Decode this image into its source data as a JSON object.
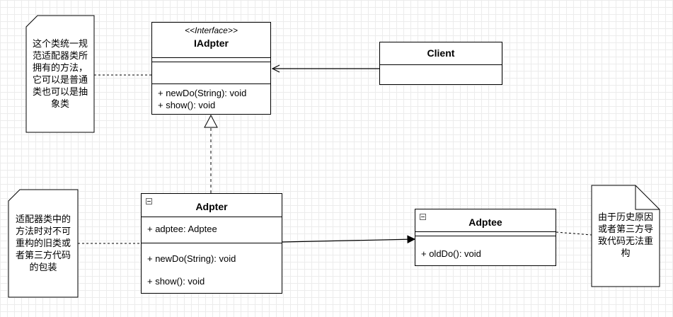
{
  "interface": {
    "stereotype": "<<Interface>>",
    "name": "IAdpter",
    "methods": [
      "+ newDo(String): void",
      "+ show(): void"
    ]
  },
  "client": {
    "name": "Client"
  },
  "adapter": {
    "name": "Adpter",
    "attributes": [
      "+ adptee: Adptee"
    ],
    "methods": [
      "+ newDo(String): void",
      "+ show(): void"
    ]
  },
  "adaptee": {
    "name": "Adptee",
    "methods": [
      "+ oldDo(): void"
    ]
  },
  "notes": {
    "interface_note": [
      "这个类统一规",
      "范适配器类所",
      "拥有的方法，",
      "它可以是普通",
      "类也可以是抽",
      "象类"
    ],
    "adapter_note": [
      "适配器类中的",
      "方法时对不可",
      "重构的旧类或",
      "者第三方代码",
      "的包装"
    ],
    "adaptee_note": [
      "由于历史原因",
      "或者第三方导",
      "致代码无法重",
      "构"
    ]
  }
}
